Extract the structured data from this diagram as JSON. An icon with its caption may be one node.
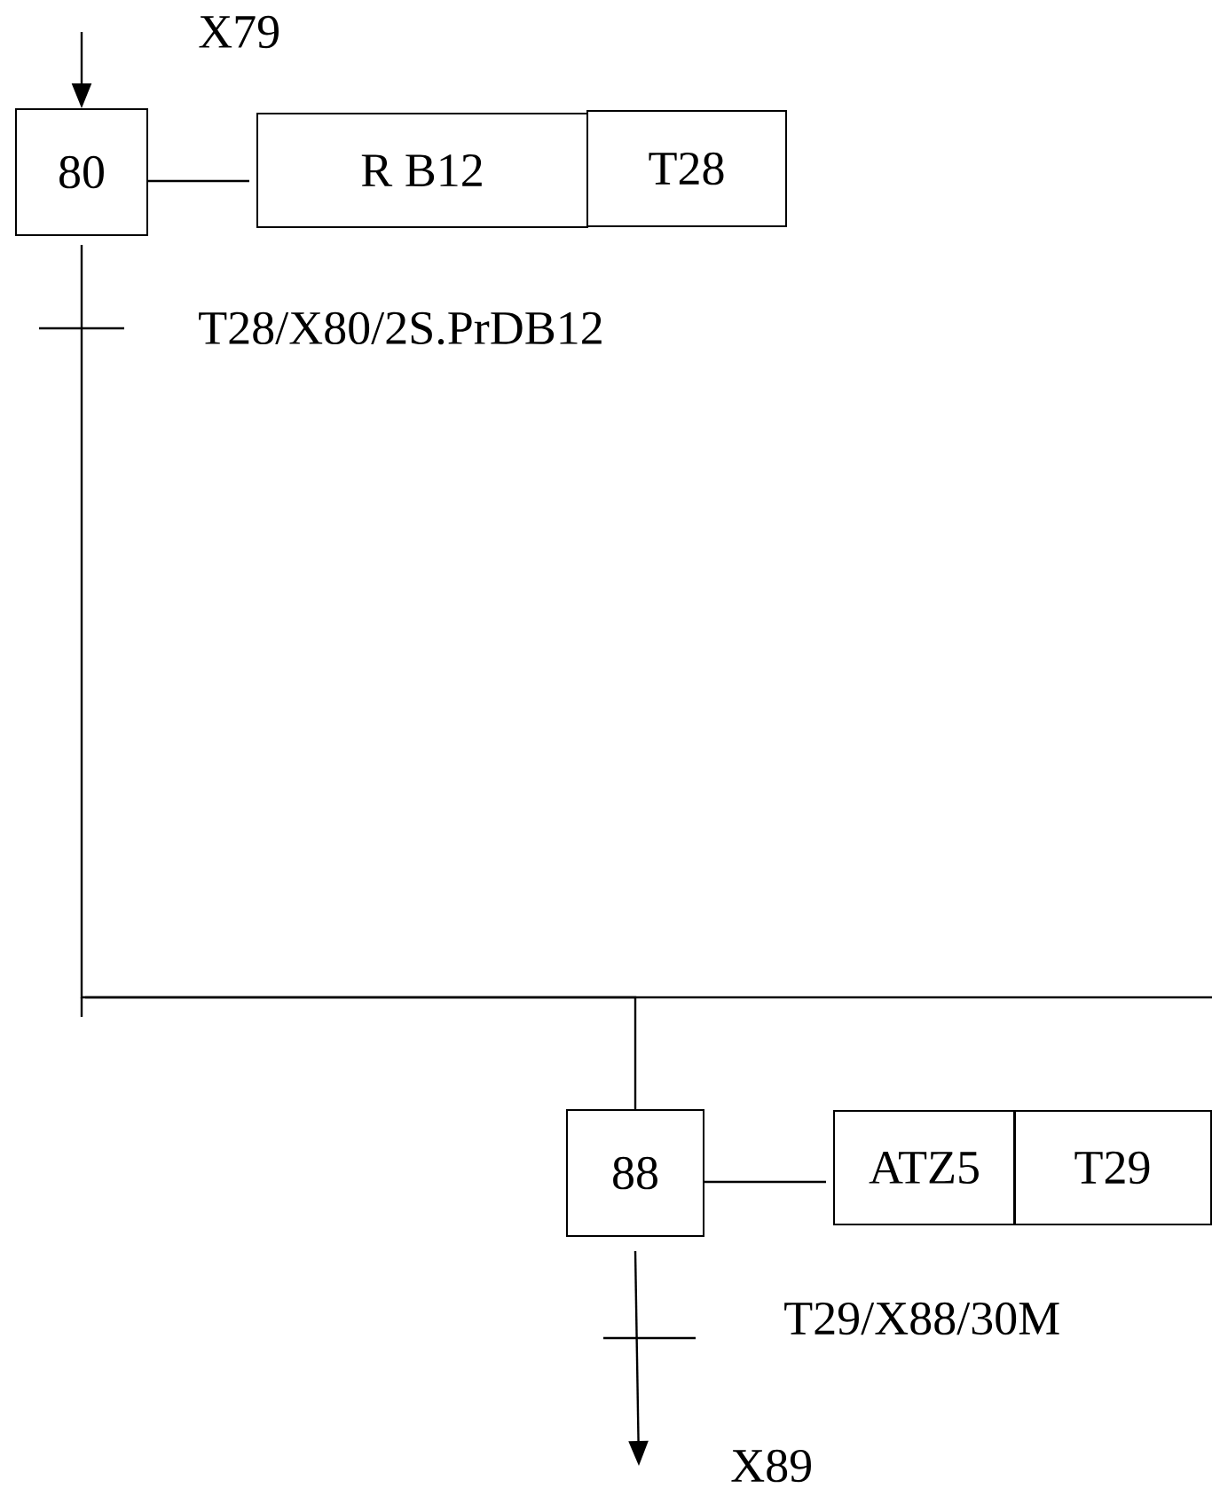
{
  "diagram": {
    "nodes": [
      {
        "text": [
          "80"
        ]
      },
      {
        "text": [
          "R B12"
        ]
      },
      {
        "text": [
          "T28"
        ]
      },
      {
        "text": [
          "88"
        ]
      },
      {
        "text": [
          "ATZ5"
        ]
      },
      {
        "text": [
          "T29"
        ]
      }
    ],
    "edges": [
      {
        "from": null,
        "to": 0,
        "arrow": "to"
      },
      {
        "from": 0,
        "to": 1,
        "arrow": "none"
      },
      {
        "from": 0,
        "to": 3,
        "arrow": "none",
        "label": "T28/X80/2S.PrDB12"
      },
      {
        "from": 3,
        "to": 4,
        "arrow": "none"
      },
      {
        "from": 3,
        "to": null,
        "arrow": "to",
        "label": "T29/X88/30M"
      }
    ],
    "labels": [
      "X79",
      "X89"
    ]
  }
}
